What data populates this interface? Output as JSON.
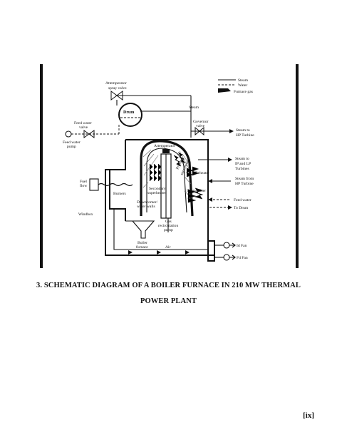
{
  "figure": {
    "legend": {
      "steam": "Steam",
      "water": "Water",
      "furnace_gas": "Furnace gas"
    },
    "labels": {
      "attemperator_spray_valve_1": "Attemperator",
      "attemperator_spray_valve_2": "spray valve",
      "drum": "Drum",
      "steam": "Steam",
      "governor_valve_1": "Governor",
      "governor_valve_2": "valve",
      "steam_to_hp_1": "Steam to",
      "steam_to_hp_2": "HP Turbine",
      "feed_water_valve_1": "Feed water",
      "feed_water_valve_2": "valve",
      "feed_water_pump_1": "Feed water",
      "feed_water_pump_2": "pump",
      "attemperator": "Attemperator",
      "steam_to_ip_lp_1": "Steam to",
      "steam_to_ip_lp_2": "IP and LP",
      "steam_to_ip_lp_3": "Turbines",
      "reheater": "Reheater",
      "primary_superheater_1": "Primary",
      "primary_superheater_2": "superheater",
      "secondary_superheater_1": "Secondary",
      "secondary_superheater_2": "superheater",
      "fuel_flow_1": "Fuel",
      "fuel_flow_2": "flow",
      "burners": "Burners",
      "steam_from_hp_1": "Steam from",
      "steam_from_hp_2": "HP Turbine",
      "economizer": "Economizer",
      "downcomer_1": "Downcomer/",
      "downcomer_2": "water walls",
      "feed_water": "Feed water",
      "to_drum": "To Drum",
      "windbox": "Windbox",
      "gas_recirculation_1": "Gas",
      "gas_recirculation_2": "recirculation",
      "gas_recirculation_3": "pump",
      "boiler_furnace_1": "Boiler",
      "boiler_furnace_2": "furnace",
      "id_fan": "Id Fan",
      "fd_fan": "Fd Fan",
      "air": "Air"
    }
  },
  "caption": {
    "line1": "3. SCHEMATIC DIAGRAM OF A BOILER FURNACE IN 210 MW THERMAL",
    "line2": "POWER PLANT"
  },
  "page_number": "[ix]"
}
